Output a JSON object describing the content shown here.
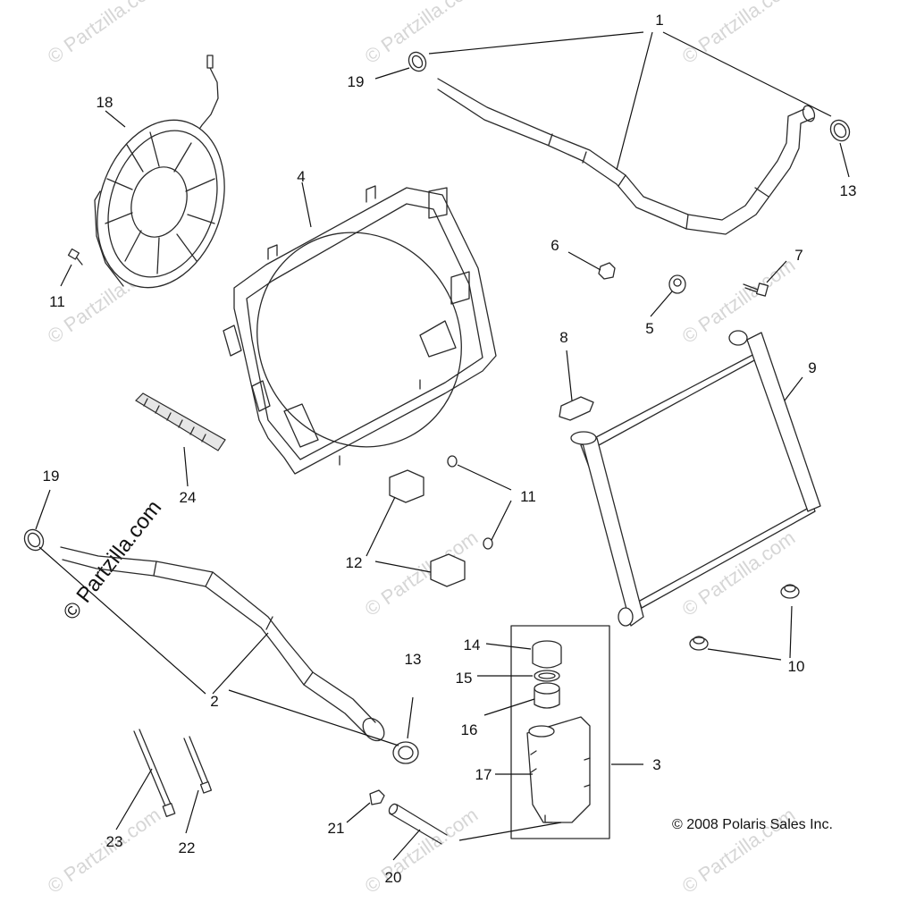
{
  "diagram": {
    "copyright": "© 2008 Polaris Sales Inc.",
    "watermark_main": "© Partzilla.com",
    "watermark_tile": "© Partzilla.com",
    "callouts": {
      "c1": "1",
      "c2": "2",
      "c3": "3",
      "c4": "4",
      "c5": "5",
      "c6": "6",
      "c7": "7",
      "c8": "8",
      "c9": "9",
      "c10": "10",
      "c11a": "11",
      "c11b": "11",
      "c12": "12",
      "c13a": "13",
      "c13b": "13",
      "c14": "14",
      "c15": "15",
      "c16": "16",
      "c17": "17",
      "c18": "18",
      "c19a": "19",
      "c19b": "19",
      "c20": "20",
      "c21": "21",
      "c22": "22",
      "c23": "23",
      "c24": "24"
    }
  },
  "colors": {
    "line": "#2a2a2a",
    "watermark": "#d6d6d6",
    "text": "#111111"
  }
}
